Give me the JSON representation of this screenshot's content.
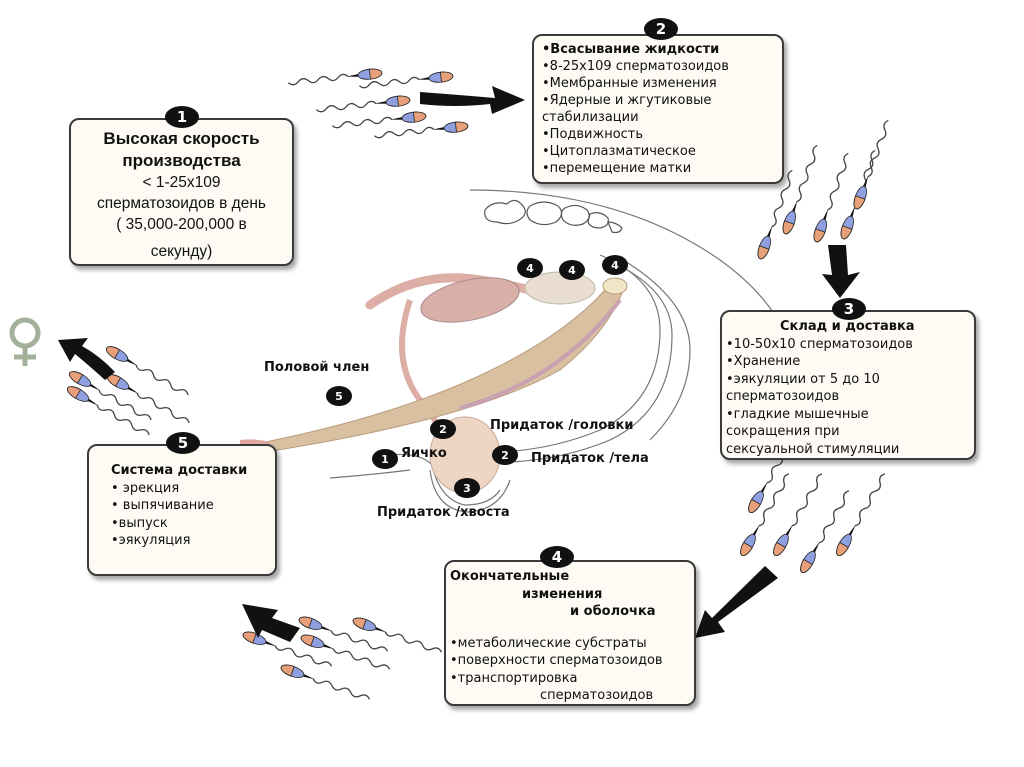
{
  "diagram": {
    "title": "Sperm production and transport cycle",
    "female_symbol": "♀",
    "steps": [
      {
        "number": "1",
        "title": [
          "Высокая скорость",
          "производства"
        ],
        "lines": [
          "< 1-25x109",
          "сперматозоидов в день",
          "( 35,000-200,000 в",
          "секунду)"
        ]
      },
      {
        "number": "2",
        "lines": [
          "•Всасывание жидкости",
          "•8-25x109 сперматозоидов",
          "•Мембранные изменения",
          "•Ядерные и жгутиковые",
          "стабилизации",
          "•Подвижность",
          "•Цитоплазматическое",
          "•перемещение матки"
        ]
      },
      {
        "number": "3",
        "title": "Склад и доставка",
        "lines": [
          "•10-50x10 сперматозоидов",
          "•Хранение",
          "•эякуляции от 5 до 10",
          "сперматозоидов",
          "•гладкие мышечные",
          "сокращения при",
          "сексуальной стимуляции"
        ]
      },
      {
        "number": "4",
        "title": [
          "Окончательные",
          "изменения",
          "и оболочка"
        ],
        "lines": [
          "•метаболические субстраты",
          "•поверхности сперматозоидов",
          "•транспортировка",
          "сперматозоидов"
        ]
      },
      {
        "number": "5",
        "title": "Система доставки",
        "lines": [
          "• эрекция",
          "• выпячивание",
          "•выпуск",
          "•эякуляция"
        ]
      }
    ],
    "anatomy_labels": {
      "penis": "Половой член",
      "testis": "Яичко",
      "epididymis_head": "Придаток /головки",
      "epididymis_body": "Придаток /тела",
      "epididymis_tail": "Придаток /хвоста"
    },
    "anatomy_markers": {
      "penis": "5",
      "testis": "1",
      "head": "2",
      "body": "2",
      "tail": "3",
      "glands": [
        "4",
        "4",
        "4"
      ]
    },
    "colors": {
      "box_bg": "#fdfbf3",
      "box_border": "#3a3a3a",
      "sperm_head": "#e8a07a",
      "sperm_mid": "#8ea0e0",
      "tissue_pink": "#e6b8b0",
      "tissue_tan": "#d8c0a0",
      "female_symbol": "#a3b09a"
    }
  }
}
